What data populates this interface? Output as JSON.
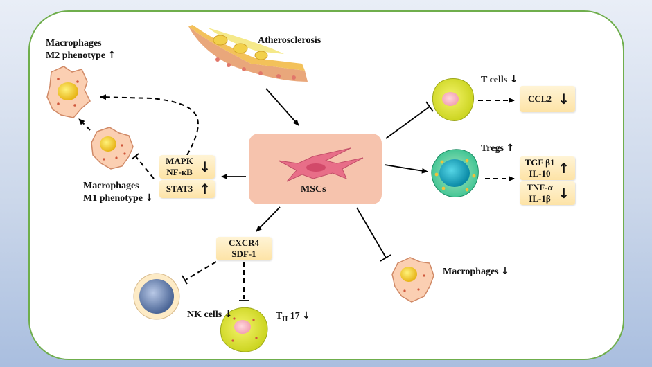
{
  "labels": {
    "atherosclerosis": "Atherosclerosis",
    "mscs": "MSCs",
    "m2_line1": "Macrophages",
    "m2_line2": "M2 phenotype",
    "m1_line1": "Macrophages",
    "m1_line2": "M1 phenotype",
    "t_cells": "T cells",
    "tregs": "Tregs",
    "macrophages": "Macrophages",
    "nk_cells": "NK cells",
    "th17_main": "T",
    "th17_sub": "H",
    "th17_tail": "17"
  },
  "boxes": {
    "mapk": "MAPK",
    "nfkb": "NF-κB",
    "stat3": "STAT3",
    "ccl2": "CCL2",
    "tgfb1": "TGF β1",
    "il10": "IL-10",
    "tnfa": "TNF-α",
    "il1b": "IL-1β",
    "cxcr4": "CXCR4",
    "sdf1": "SDF-1"
  },
  "arrows": {
    "up": "↑",
    "down": "↓"
  }
}
